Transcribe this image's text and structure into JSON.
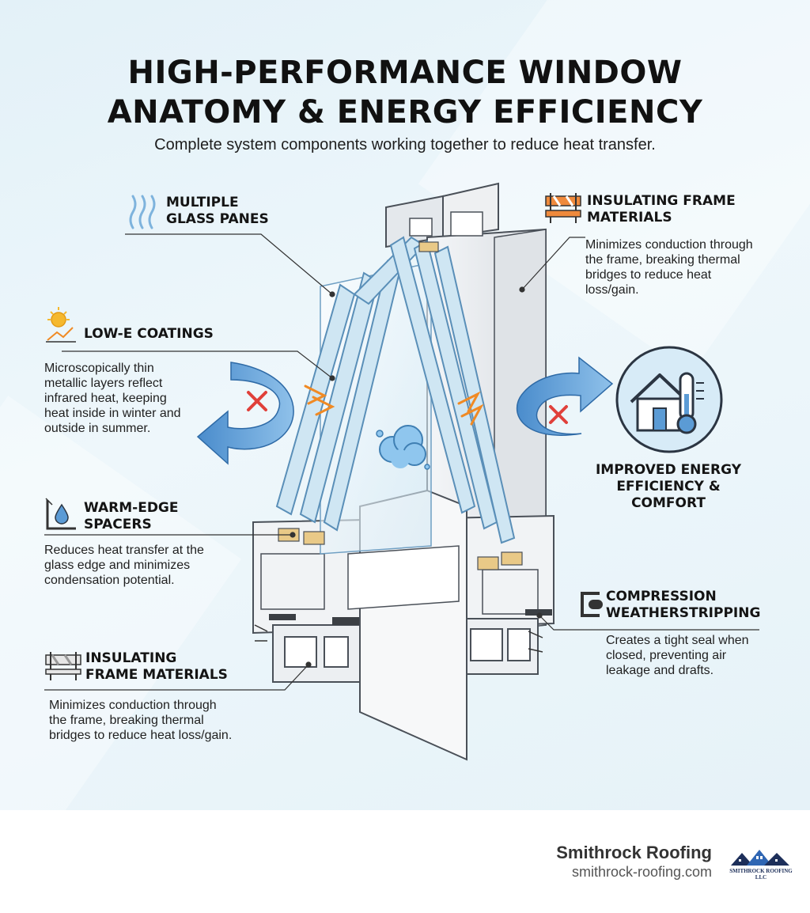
{
  "title_line1": "HIGH-PERFORMANCE WINDOW",
  "title_line2": "ANATOMY & ENERGY EFFICIENCY",
  "subtitle": "Complete system components working together to reduce heat transfer.",
  "callouts": {
    "glass_panes": {
      "heading_line1": "MULTIPLE",
      "heading_line2": "GLASS PANES",
      "icon": "heat-waves-icon"
    },
    "frame_top": {
      "heading_line1": "INSULATING FRAME",
      "heading_line2": "MATERIALS",
      "desc": [
        "Minimizes conduction through",
        "the frame, breaking thermal",
        "bridges to reduce heat",
        "loss/gain."
      ],
      "icon": "barrier-icon"
    },
    "low_e": {
      "heading": "LOW-E COATINGS",
      "desc": [
        "Microscopically thin",
        "metallic layers reflect",
        "infrared heat, keeping",
        "heat inside in winter and",
        "outside in summer."
      ],
      "icon": "sun-reflect-icon"
    },
    "spacers": {
      "heading_line1": "WARM-EDGE",
      "heading_line2": "SPACERS",
      "desc": [
        "Reduces heat transfer at the",
        "glass edge and minimizes",
        "condensation potential."
      ],
      "icon": "droplet-corner-icon"
    },
    "frame_bottom": {
      "heading_line1": "INSULATING",
      "heading_line2": "FRAME MATERIALS",
      "desc": [
        "Minimizes conduction through",
        "the frame, breaking thermal",
        "bridges to reduce heat loss/gain."
      ],
      "icon": "barrier-icon"
    },
    "weatherstripping": {
      "heading_line1": "COMPRESSION",
      "heading_line2": "WEATHERSTRIPPING",
      "desc": [
        "Creates a tight seal when",
        "closed, preventing air",
        "leakage and drafts."
      ],
      "icon": "seal-strip-icon"
    },
    "efficiency": {
      "heading_line1": "IMPROVED ENERGY",
      "heading_line2": "EFFICIENCY &",
      "heading_line3": "COMFORT",
      "icon": "house-thermometer-icon"
    }
  },
  "footer": {
    "company": "Smithrock Roofing",
    "website": "smithrock-roofing.com",
    "logo_text": "SMITHROCK ROOFING",
    "logo_sub": "LLC"
  },
  "colors": {
    "background": "#e6f2f8",
    "arrow_blue": "#5b9bd5",
    "cross_red": "#e0403a",
    "heat_orange": "#f08a24",
    "frame_gray": "#e9ecef",
    "outline": "#4a5058"
  }
}
